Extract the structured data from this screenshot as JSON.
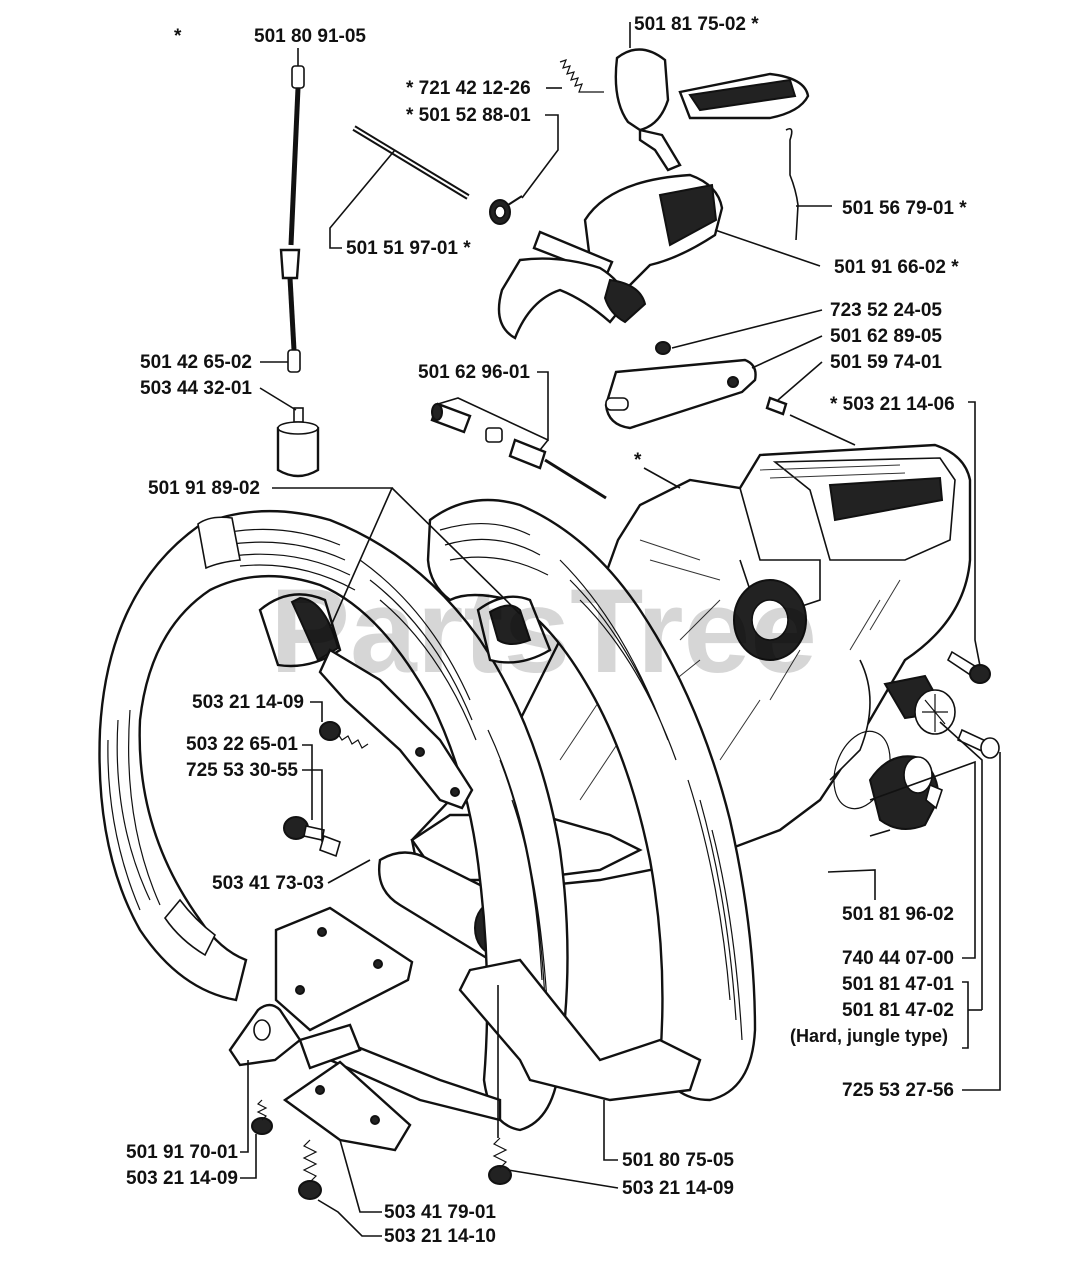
{
  "diagram": {
    "watermark": "PartsTree",
    "labels": {
      "top_star": "*",
      "p_501_80_91_05": "501 80 91-05",
      "p_501_81_75_02": "501 81 75-02  *",
      "p_721_42_12_26": "*  721 42 12-26",
      "p_501_52_88_01": "*  501 52 88-01",
      "p_501_56_79_01": "501 56 79-01  *",
      "p_501_51_97_01": "501 51 97-01  *",
      "p_501_91_66_02": "501 91 66-02  *",
      "p_723_52_24_05": "723 52 24-05",
      "p_501_62_89_05": "501 62 89-05",
      "p_501_59_74_01": "501 59 74-01",
      "p_503_21_14_06": "*  503 21 14-06",
      "p_501_42_65_02": "501 42 65-02",
      "p_503_44_32_01": "503 44 32-01",
      "p_501_62_96_01": "501 62 96-01",
      "body_star": "*",
      "p_501_91_89_02": "501 91 89-02",
      "p_503_21_14_09_a": "503 21 14-09",
      "p_503_22_65_01": "503 22 65-01",
      "p_725_53_30_55": "725 53 30-55",
      "p_503_41_73_03": "503 41 73-03",
      "p_501_81_96_02": "501 81 96-02",
      "p_740_44_07_00": "740 44 07-00",
      "p_501_81_47_01": "501 81 47-01",
      "p_501_81_47_02": "501 81 47-02",
      "hard_jungle": "(Hard, jungle type)",
      "p_725_53_27_56": "725 53 27-56",
      "p_501_91_70_01": "501 91 70-01",
      "p_503_21_14_09_b": "503 21 14-09",
      "p_501_80_75_05": "501 80 75-05",
      "p_503_21_14_09_c": "503 21 14-09",
      "p_503_41_79_01": "503 41 79-01",
      "p_503_21_14_10": "503 21 14-10"
    }
  }
}
